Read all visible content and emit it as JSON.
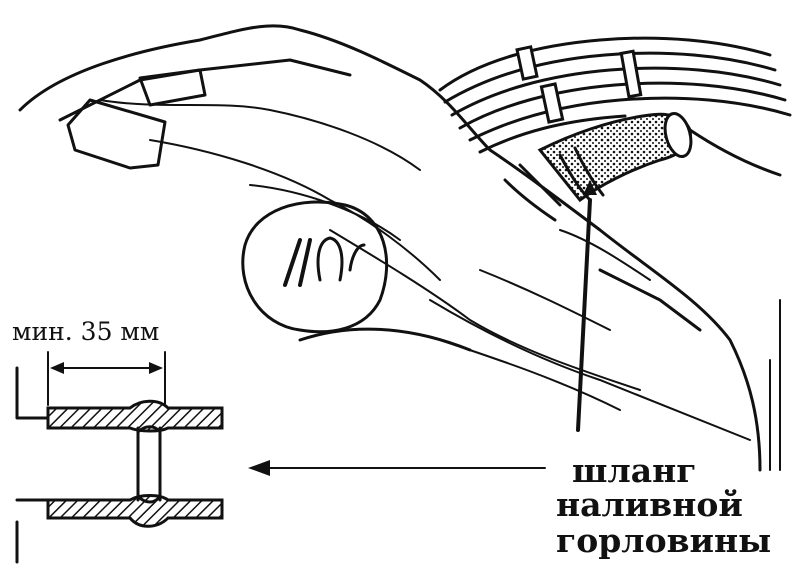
{
  "labels": {
    "min_width": "мин. 35 мм",
    "callout_line1": "шланг",
    "callout_line2": "наливной",
    "callout_line3": "горловины"
  }
}
